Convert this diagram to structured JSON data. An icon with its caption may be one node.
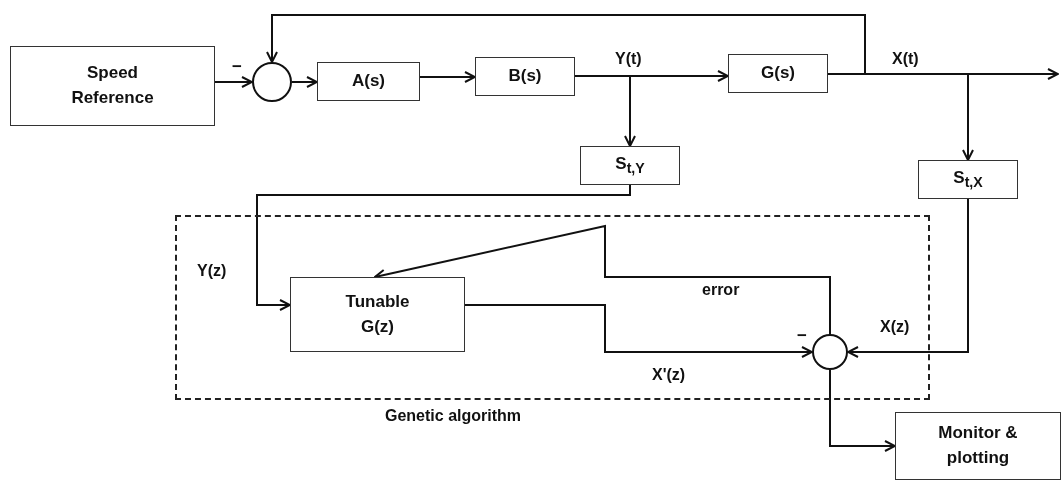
{
  "diagram": {
    "nodes": [
      {
        "text": [
          "Speed Reference"
        ]
      },
      {
        "text": [],
        "shape": "circle"
      },
      {
        "text": [
          "A(s)"
        ]
      },
      {
        "text": [
          "B(s)"
        ]
      },
      {
        "text": [
          "G(s)"
        ]
      },
      {
        "text": [
          "S$_{t,Y}$"
        ]
      },
      {
        "text": [
          "S$_{t,X}$"
        ]
      },
      {
        "text": [
          "Genetic algorithm"
        ]
      },
      {
        "text": [
          "Tunable G(z)"
        ],
        "in": 7
      },
      {
        "text": [],
        "shape": "circle",
        "in": 7
      },
      {
        "text": [
          "Monitor & plotting"
        ]
      }
    ],
    "edges": [
      {
        "from": 0,
        "to": 1,
        "arrow": "to"
      },
      {
        "from": 1,
        "to": 2,
        "arrow": "to"
      },
      {
        "from": 2,
        "to": 3,
        "arrow": "to"
      },
      {
        "from": 3,
        "to": 4,
        "arrow": "to",
        "label": "Y(t)"
      },
      {
        "from": 4,
        "to": 1,
        "arrow": "to"
      },
      {
        "from": 4,
        "to": null,
        "arrow": "to",
        "label": "X(t)"
      },
      {
        "from": 3,
        "to": 5,
        "arrow": "to"
      },
      {
        "from": 4,
        "to": 6,
        "arrow": "to"
      },
      {
        "from": 5,
        "to": 8,
        "arrow": "to",
        "label": "Y(z)"
      },
      {
        "from": 8,
        "to": 9,
        "arrow": "to",
        "label": "X'(z)"
      },
      {
        "from": 6,
        "to": 9,
        "arrow": "to",
        "label": "X(z)"
      },
      {
        "from": 9,
        "to": 8,
        "arrow": "to",
        "label": "error"
      },
      {
        "from": 9,
        "to": 10,
        "arrow": "to"
      }
    ],
    "labels": [
      "−",
      "−"
    ]
  }
}
